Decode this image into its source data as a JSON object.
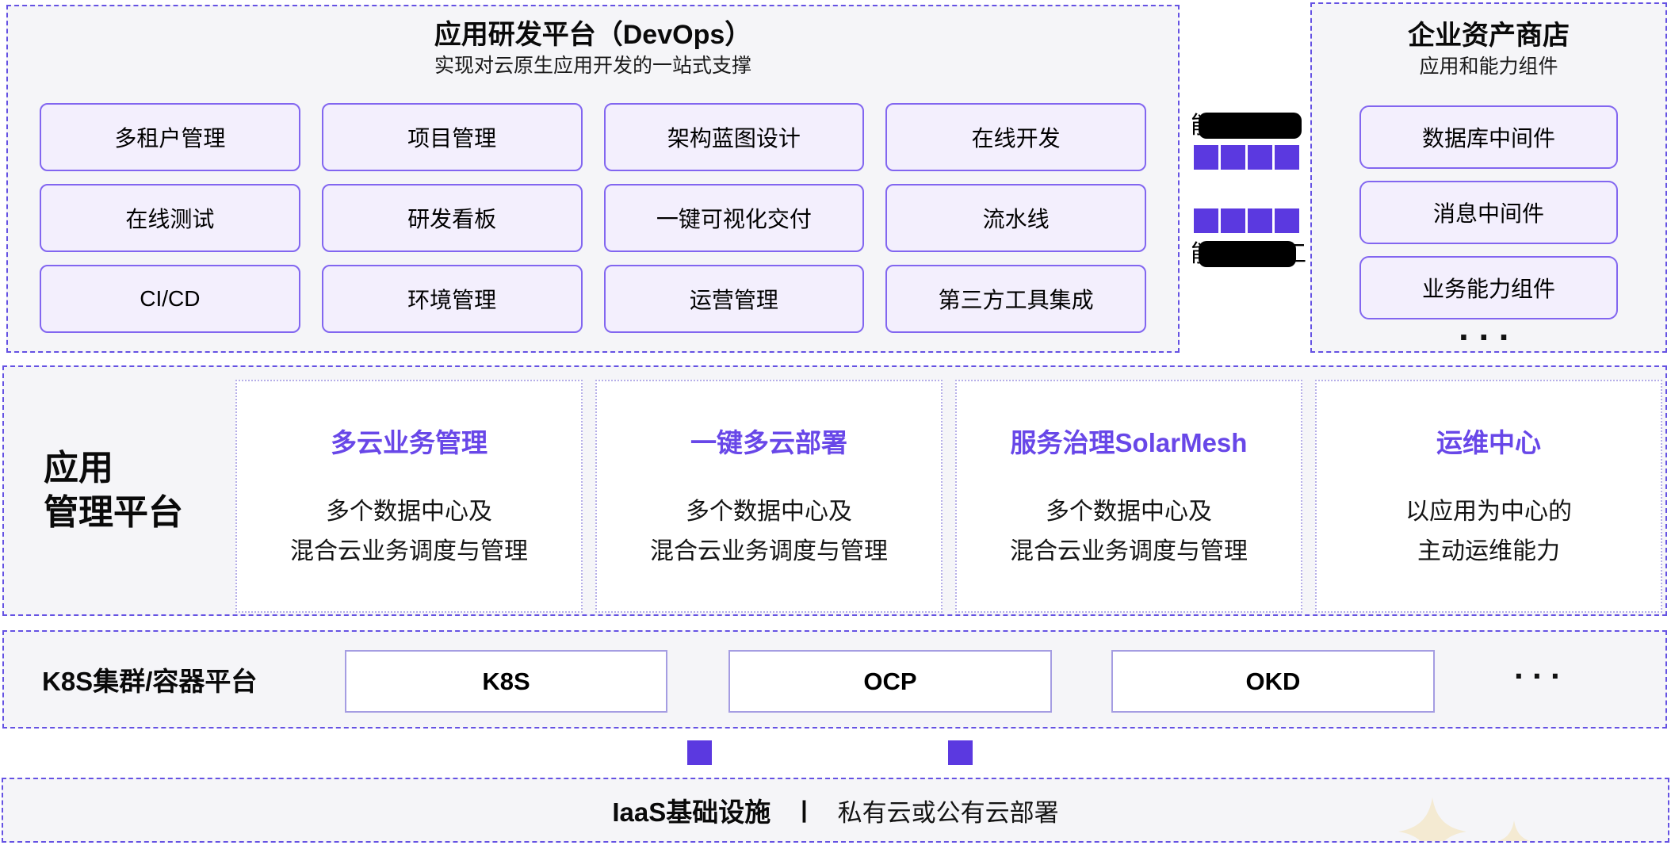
{
  "devops_panel": {
    "title": "应用研发平台（DevOps）",
    "subtitle": "实现对云原生应用开发的一站式支撑",
    "buttons": [
      "多租户管理",
      "项目管理",
      "架构蓝图设计",
      "在线开发",
      "在线测试",
      "研发看板",
      "一键可视化交付",
      "流水线",
      "CI/CD",
      "环境管理",
      "运营管理",
      "第三方工具集成"
    ]
  },
  "connector_column": {
    "top_bar_left_fragment": "能",
    "bottom_bar_left_fragment": "能",
    "bottom_bar_right_fragment": "工",
    "squares_per_row": 4
  },
  "asset_store_panel": {
    "title": "企业资产商店",
    "subtitle": "应用和能力组件",
    "items": [
      "数据库中间件",
      "消息中间件",
      "业务能力组件"
    ],
    "more": "···"
  },
  "app_mgmt_section": {
    "label_line1": "应用",
    "label_line2": "管理平台",
    "cards": [
      {
        "title": "多云业务管理",
        "desc_line1": "多个数据中心及",
        "desc_line2": "混合云业务调度与管理"
      },
      {
        "title": "一键多云部署",
        "desc_line1": "多个数据中心及",
        "desc_line2": "混合云业务调度与管理"
      },
      {
        "title": "服务治理SolarMesh",
        "desc_line1": "多个数据中心及",
        "desc_line2": "混合云业务调度与管理"
      },
      {
        "title": "运维中心",
        "desc_line1": "以应用为中心的",
        "desc_line2": "主动运维能力"
      }
    ]
  },
  "k8s_section": {
    "label": "K8S集群/容器平台",
    "items": [
      "K8S",
      "OCP",
      "OKD"
    ],
    "more": "···"
  },
  "iaas_section": {
    "label": "IaaS基础设施",
    "divider": "|",
    "desc": "私有云或公有云部署"
  },
  "colors": {
    "panel_bg": "#f5f5f8",
    "panel_border": "#6552e3",
    "button_bg": "#f3effd",
    "button_border": "#8266f0",
    "accent": "#5b39e0",
    "card_title": "#6847e8",
    "card_border": "#b6afe8",
    "box_border": "#a59de2",
    "sparkle": "#f4ead2"
  }
}
